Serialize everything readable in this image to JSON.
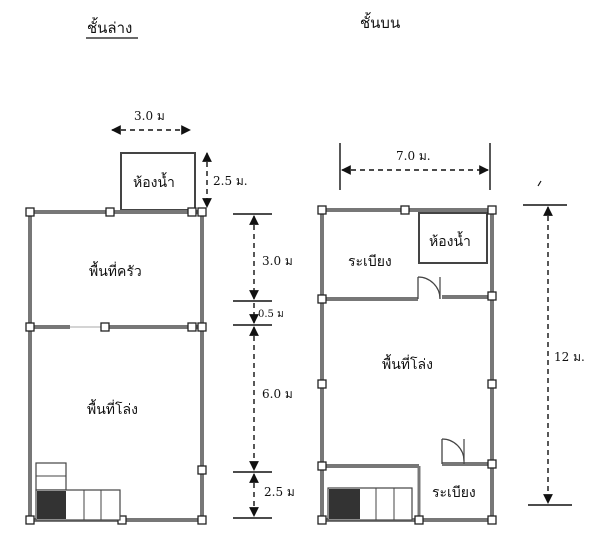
{
  "titles": {
    "ground_floor": "ชั้นล่าง",
    "upper_floor": "ชั้นบน"
  },
  "ground_floor": {
    "rooms": {
      "bathroom": "ห้องน้ำ",
      "kitchen": "พื้นที่ครัว",
      "open_space": "พื้นที่โล่ง"
    },
    "dimensions": {
      "bathroom_width": "3.0 ม",
      "bathroom_depth": "2.5 ม.",
      "kitchen_depth": "3.0 ม",
      "gap": "0.5 ม",
      "open_depth": "6.0 ม",
      "stair_depth": "2.5 ม"
    }
  },
  "upper_floor": {
    "rooms": {
      "bathroom": "ห้องน้ำ",
      "balcony_top": "ระเบียง",
      "open_space": "พื้นที่โล่ง",
      "balcony_bottom": "ระเบียง"
    },
    "dimensions": {
      "width": "7.0 ม.",
      "length": "12 ม."
    }
  }
}
